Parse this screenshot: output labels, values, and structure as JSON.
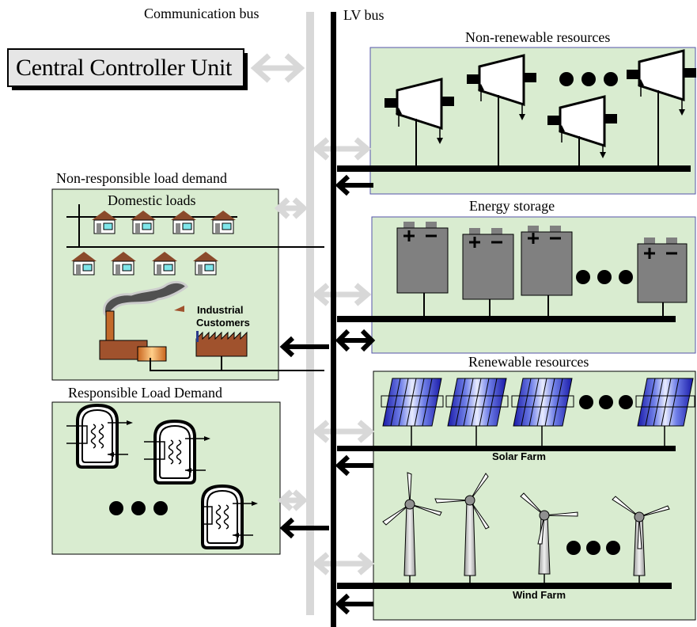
{
  "labels": {
    "communication_bus": "Communication bus",
    "lv_bus": "LV bus",
    "central_controller": "Central Controller Unit",
    "non_renewable": "Non-renewable resources",
    "energy_storage": "Energy storage",
    "renewable": "Renewable resources",
    "solar_farm": "Solar Farm",
    "wind_farm": "Wind Farm",
    "non_responsible_load": "Non-responsible load demand",
    "domestic_loads": "Domestic loads",
    "industrial_customers_line1": "Industrial",
    "industrial_customers_line2": "Customers",
    "responsible_load": "Responsible Load Demand"
  },
  "colors": {
    "panel_fill": "#d9ecd0",
    "panel_border_blue": "#5555aa",
    "bus_black": "#000000",
    "comm_bus_gray": "#d8d8d8",
    "battery_gray": "#808080",
    "house_roof": "#8b4a2b",
    "factory_brown": "#a0522d",
    "solar_blue": "#3a3ad0"
  },
  "icons": {
    "generator": "turbine-generator-icon",
    "battery": "battery-icon",
    "house": "house-icon",
    "factory": "factory-icon",
    "solar_panel": "solar-panel-icon",
    "wind_turbine": "wind-turbine-icon",
    "water_heater": "water-heater-icon",
    "ellipsis": "ellipsis-dots-icon"
  }
}
